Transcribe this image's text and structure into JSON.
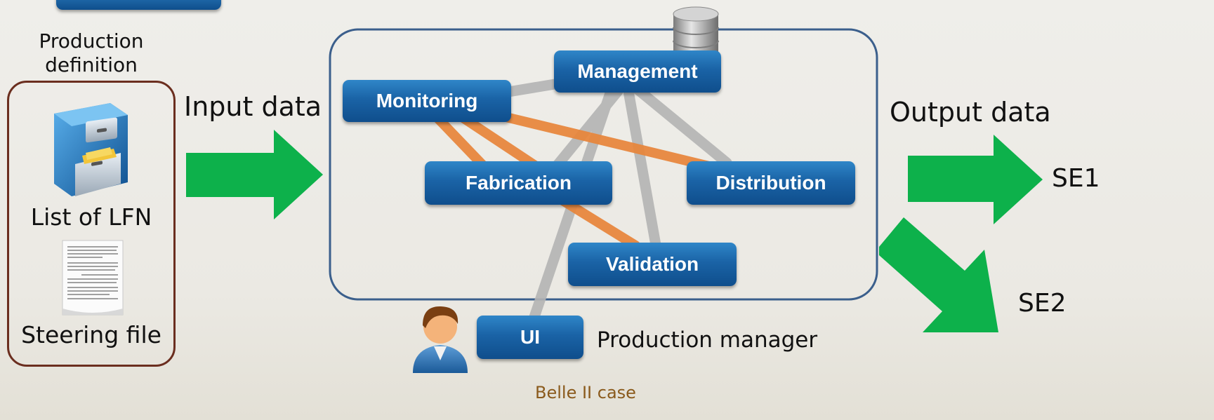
{
  "input_panel": {
    "title_line1": "Production",
    "title_line2": "definition",
    "list_label": "List of LFN",
    "steering_label": "Steering file"
  },
  "flow": {
    "input_label": "Input data",
    "output_label": "Output data",
    "targets": [
      "SE1",
      "SE2"
    ]
  },
  "system": {
    "components": {
      "management": "Management",
      "monitoring": "Monitoring",
      "fabrication": "Fabrication",
      "distribution": "Distribution",
      "validation": "Validation"
    }
  },
  "user": {
    "ui_label": "UI",
    "role_label": "Production manager",
    "caption": "Belle II case"
  },
  "colors": {
    "arrow": "#0db14b",
    "connector_gray": "#b4b4b4",
    "connector_orange": "#e8853a",
    "panel_border_brown": "#6b2e1f",
    "system_border_blue": "#3b5f8c",
    "caption": "#8a5a1c"
  }
}
